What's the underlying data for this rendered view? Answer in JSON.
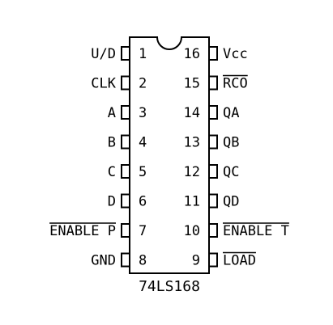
{
  "chip": {
    "part_number": "74LS168",
    "left_pins": [
      {
        "number": "1",
        "label": "U/D",
        "active_low": false
      },
      {
        "number": "2",
        "label": "CLK",
        "active_low": false
      },
      {
        "number": "3",
        "label": "A",
        "active_low": false
      },
      {
        "number": "4",
        "label": "B",
        "active_low": false
      },
      {
        "number": "5",
        "label": "C",
        "active_low": false
      },
      {
        "number": "6",
        "label": "D",
        "active_low": false
      },
      {
        "number": "7",
        "label": "ENABLE P",
        "active_low": true
      },
      {
        "number": "8",
        "label": "GND",
        "active_low": false
      }
    ],
    "right_pins": [
      {
        "number": "16",
        "label": "Vcc",
        "active_low": false
      },
      {
        "number": "15",
        "label": "RCO",
        "active_low": true
      },
      {
        "number": "14",
        "label": "QA",
        "active_low": false
      },
      {
        "number": "13",
        "label": "QB",
        "active_low": false
      },
      {
        "number": "12",
        "label": "QC",
        "active_low": false
      },
      {
        "number": "11",
        "label": "QD",
        "active_low": false
      },
      {
        "number": "10",
        "label": "ENABLE T",
        "active_low": true
      },
      {
        "number": "9",
        "label": "LOAD",
        "active_low": true
      }
    ]
  }
}
